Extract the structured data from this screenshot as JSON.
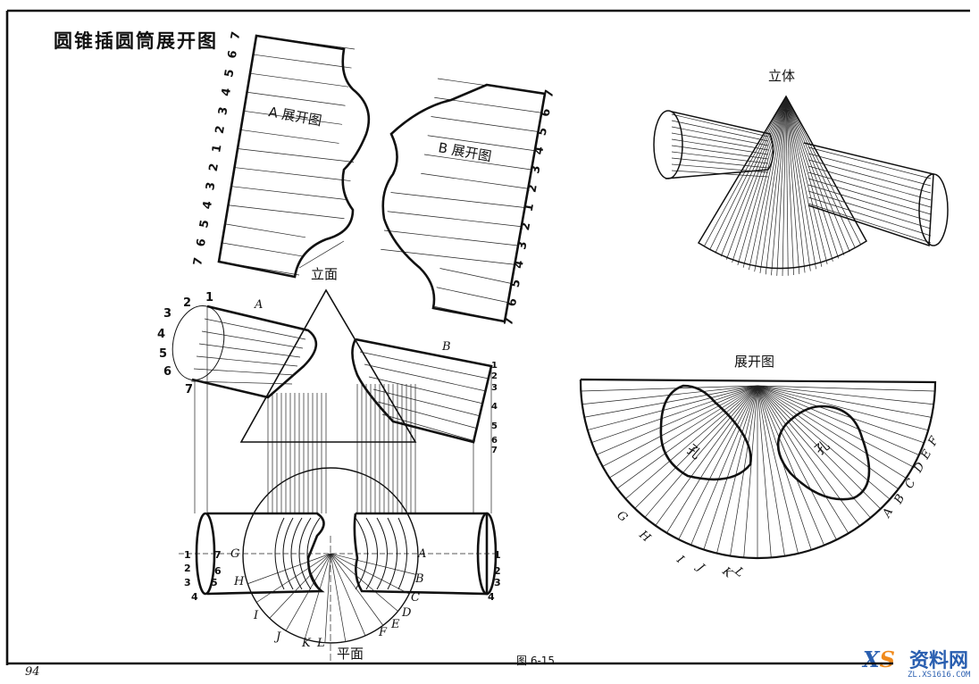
{
  "title": "圆锥插圆筒展开图",
  "page_number": "94",
  "figure_caption": "图 6-15",
  "watermark": {
    "logo": "XS",
    "name": "资料网",
    "url": "ZL.XS1616.COM"
  },
  "labels": {
    "strip_a": "A 展开图",
    "strip_b": "B 展开图",
    "elevation": "立面",
    "plan": "平面",
    "solid": "立体",
    "development": "展开图",
    "hole": "孔",
    "cyl_a": "A",
    "cyl_b": "B"
  },
  "strip_numbers": [
    "7",
    "6",
    "5",
    "4",
    "3",
    "2",
    "1",
    "2",
    "3",
    "4",
    "5",
    "6",
    "7"
  ],
  "elevation_left_numbers": [
    "1",
    "2",
    "3",
    "4",
    "5",
    "6",
    "7"
  ],
  "elevation_right_numbers": [
    "1",
    "2",
    "3",
    "4",
    "5",
    "6",
    "7"
  ],
  "plan_left_outer": [
    "1",
    "2",
    "3",
    "4"
  ],
  "plan_left_inner": [
    "7",
    "6",
    "5"
  ],
  "plan_right": [
    "1",
    "2",
    "3",
    "4"
  ],
  "plan_letters": [
    "G",
    "H",
    "I",
    "J",
    "K",
    "L",
    "A",
    "B",
    "C",
    "D",
    "E",
    "F"
  ],
  "dev_letters_left": [
    "G",
    "H",
    "I",
    "J",
    "K",
    "L"
  ],
  "dev_letters_right": [
    "A",
    "B",
    "C",
    "D",
    "E",
    "F"
  ]
}
